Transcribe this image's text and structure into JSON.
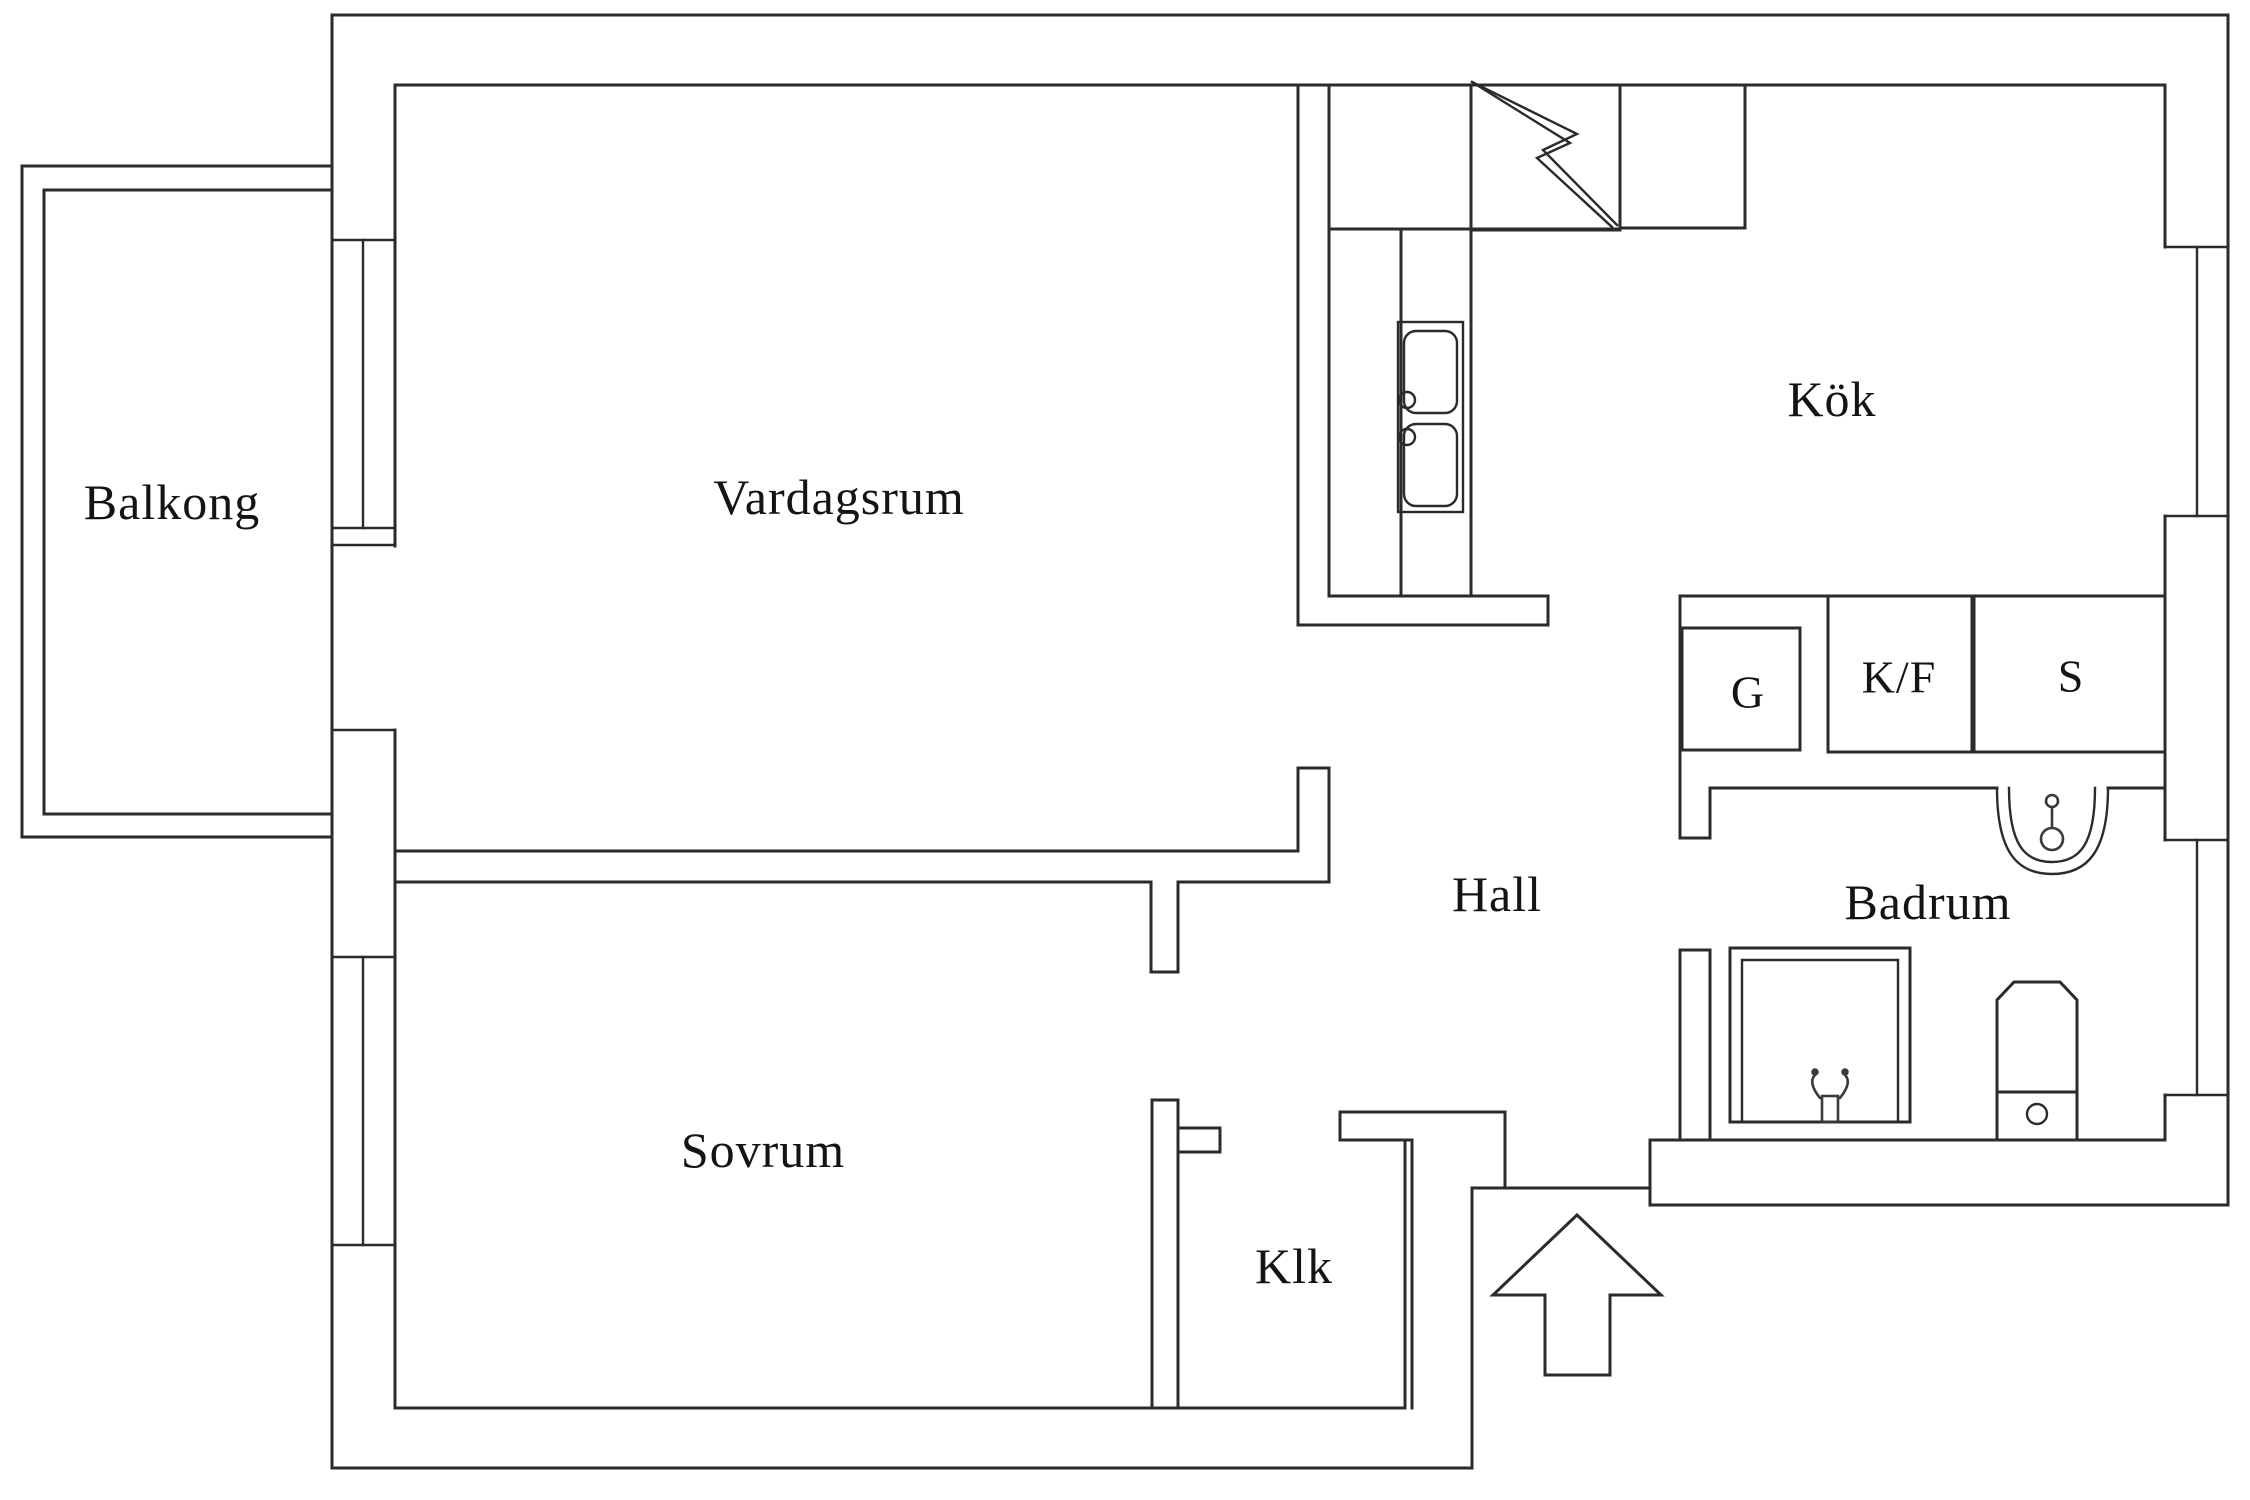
{
  "meta": {
    "drawing_type": "apartment floor plan",
    "background_color": "#ffffff",
    "wall_line_color": "#2b2b2b",
    "text_color": "#141414"
  },
  "rooms": {
    "balkong": {
      "label": "Balkong"
    },
    "vardagsrum": {
      "label": "Vardagsrum"
    },
    "kok": {
      "label": "Kök"
    },
    "hall": {
      "label": "Hall"
    },
    "badrum": {
      "label": "Badrum"
    },
    "sovrum": {
      "label": "Sovrum"
    },
    "klk": {
      "label": "Klk"
    }
  },
  "appliances": {
    "g": {
      "label": "G"
    },
    "kf": {
      "label": "K/F"
    },
    "s": {
      "label": "S"
    }
  },
  "icons": {
    "electrical": "lightning-bolt-icon",
    "kitchen_sink": "double-sink-icon",
    "bathroom_sink": "washbasin-icon",
    "shower": "shower-mixer-icon",
    "toilet": "toilet-icon",
    "entrance": "entrance-arrow-icon"
  }
}
